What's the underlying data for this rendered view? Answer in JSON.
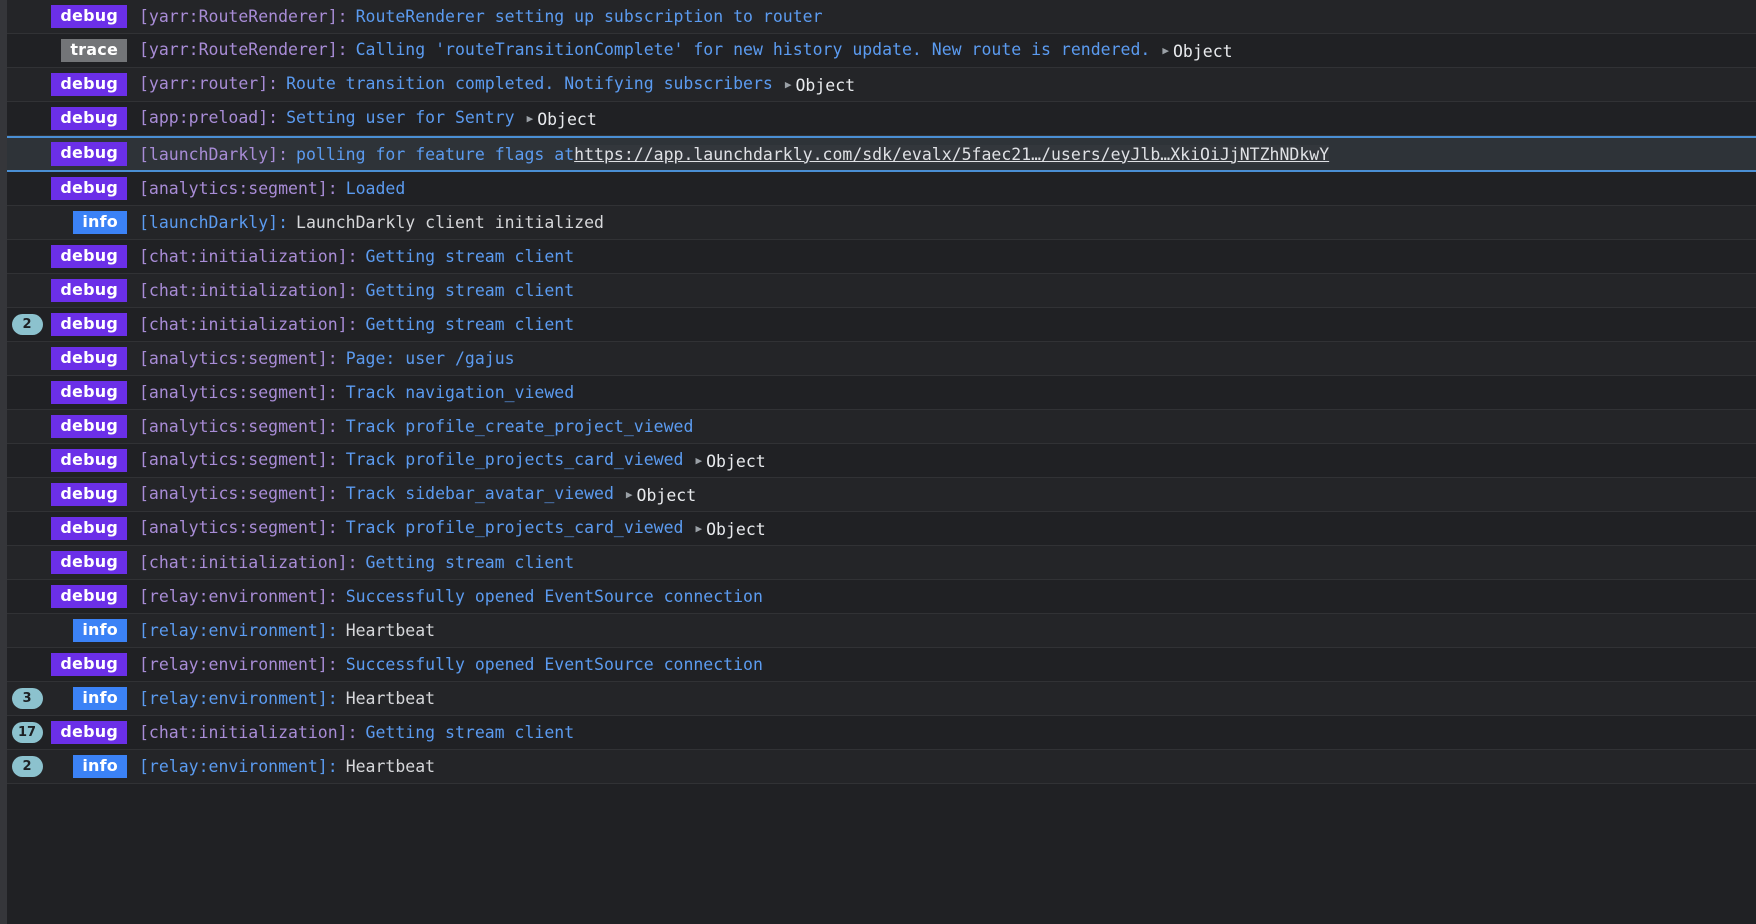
{
  "theme": {
    "background": "#202124",
    "row_background": "#242528",
    "row_background_alt": "#202124",
    "separator": "#313235",
    "gutter": "#35363a",
    "debug_badge": "#6b2fe8",
    "info_badge": "#3b82f6",
    "trace_badge": "#737578",
    "count_badge": "#8cc2ce",
    "namespace_debug": "#a88cd6",
    "namespace_info": "#5b9bf0",
    "message_link": "#5b9bf0",
    "message_plain": "#d6d7da",
    "highlight_row": "#2e3338",
    "highlight_border": "#4a8fd4"
  },
  "expander": {
    "triangle": "▶",
    "label": "Object"
  },
  "rows": [
    {
      "count": "",
      "level": "debug",
      "namespace": "[yarr:RouteRenderer]:",
      "message": "RouteRenderer setting up subscription to router",
      "message_style": "link",
      "has_object": false
    },
    {
      "count": "",
      "level": "trace",
      "namespace": "[yarr:RouteRenderer]:",
      "message": "Calling 'routeTransitionComplete' for new history update. New route is rendered.",
      "message_style": "link",
      "has_object": true
    },
    {
      "count": "",
      "level": "debug",
      "namespace": "[yarr:router]:",
      "message": "Route transition completed. Notifying subscribers",
      "message_style": "link",
      "has_object": true
    },
    {
      "count": "",
      "level": "debug",
      "namespace": "[app:preload]:",
      "message": "Setting user for Sentry",
      "message_style": "link",
      "has_object": true
    },
    {
      "count": "",
      "level": "debug",
      "namespace": "[launchDarkly]:",
      "message": "polling for feature flags at ",
      "message_style": "link",
      "url": "https://app.launchdarkly.com/sdk/evalx/5faec21…/users/eyJlb…XkiOiJjNTZhNDkwY",
      "highlight": true,
      "has_object": false
    },
    {
      "count": "",
      "level": "debug",
      "namespace": "[analytics:segment]:",
      "message": "Loaded",
      "message_style": "link",
      "has_object": false
    },
    {
      "count": "",
      "level": "info",
      "namespace": "[launchDarkly]:",
      "message": "LaunchDarkly client initialized",
      "message_style": "plain",
      "has_object": false
    },
    {
      "count": "",
      "level": "debug",
      "namespace": "[chat:initialization]:",
      "message": "Getting stream client",
      "message_style": "link",
      "has_object": false
    },
    {
      "count": "",
      "level": "debug",
      "namespace": "[chat:initialization]:",
      "message": "Getting stream client",
      "message_style": "link",
      "has_object": false
    },
    {
      "count": "2",
      "level": "debug",
      "namespace": "[chat:initialization]:",
      "message": "Getting stream client",
      "message_style": "link",
      "has_object": false
    },
    {
      "count": "",
      "level": "debug",
      "namespace": "[analytics:segment]:",
      "message": "Page: user /gajus",
      "message_style": "link",
      "has_object": false
    },
    {
      "count": "",
      "level": "debug",
      "namespace": "[analytics:segment]:",
      "message": "Track navigation_viewed",
      "message_style": "link",
      "has_object": false
    },
    {
      "count": "",
      "level": "debug",
      "namespace": "[analytics:segment]:",
      "message": "Track profile_create_project_viewed",
      "message_style": "link",
      "has_object": false
    },
    {
      "count": "",
      "level": "debug",
      "namespace": "[analytics:segment]:",
      "message": "Track profile_projects_card_viewed",
      "message_style": "link",
      "has_object": true
    },
    {
      "count": "",
      "level": "debug",
      "namespace": "[analytics:segment]:",
      "message": "Track sidebar_avatar_viewed",
      "message_style": "link",
      "has_object": true
    },
    {
      "count": "",
      "level": "debug",
      "namespace": "[analytics:segment]:",
      "message": "Track profile_projects_card_viewed",
      "message_style": "link",
      "has_object": true
    },
    {
      "count": "",
      "level": "debug",
      "namespace": "[chat:initialization]:",
      "message": "Getting stream client",
      "message_style": "link",
      "has_object": false
    },
    {
      "count": "",
      "level": "debug",
      "namespace": "[relay:environment]:",
      "message": "Successfully opened EventSource connection",
      "message_style": "link",
      "has_object": false
    },
    {
      "count": "",
      "level": "info",
      "namespace": "[relay:environment]:",
      "message": "Heartbeat",
      "message_style": "plain",
      "has_object": false
    },
    {
      "count": "",
      "level": "debug",
      "namespace": "[relay:environment]:",
      "message": "Successfully opened EventSource connection",
      "message_style": "link",
      "has_object": false
    },
    {
      "count": "3",
      "level": "info",
      "namespace": "[relay:environment]:",
      "message": "Heartbeat",
      "message_style": "plain",
      "has_object": false
    },
    {
      "count": "17",
      "level": "debug",
      "namespace": "[chat:initialization]:",
      "message": "Getting stream client",
      "message_style": "link",
      "has_object": false
    },
    {
      "count": "2",
      "level": "info",
      "namespace": "[relay:environment]:",
      "message": "Heartbeat",
      "message_style": "plain",
      "has_object": false
    }
  ]
}
